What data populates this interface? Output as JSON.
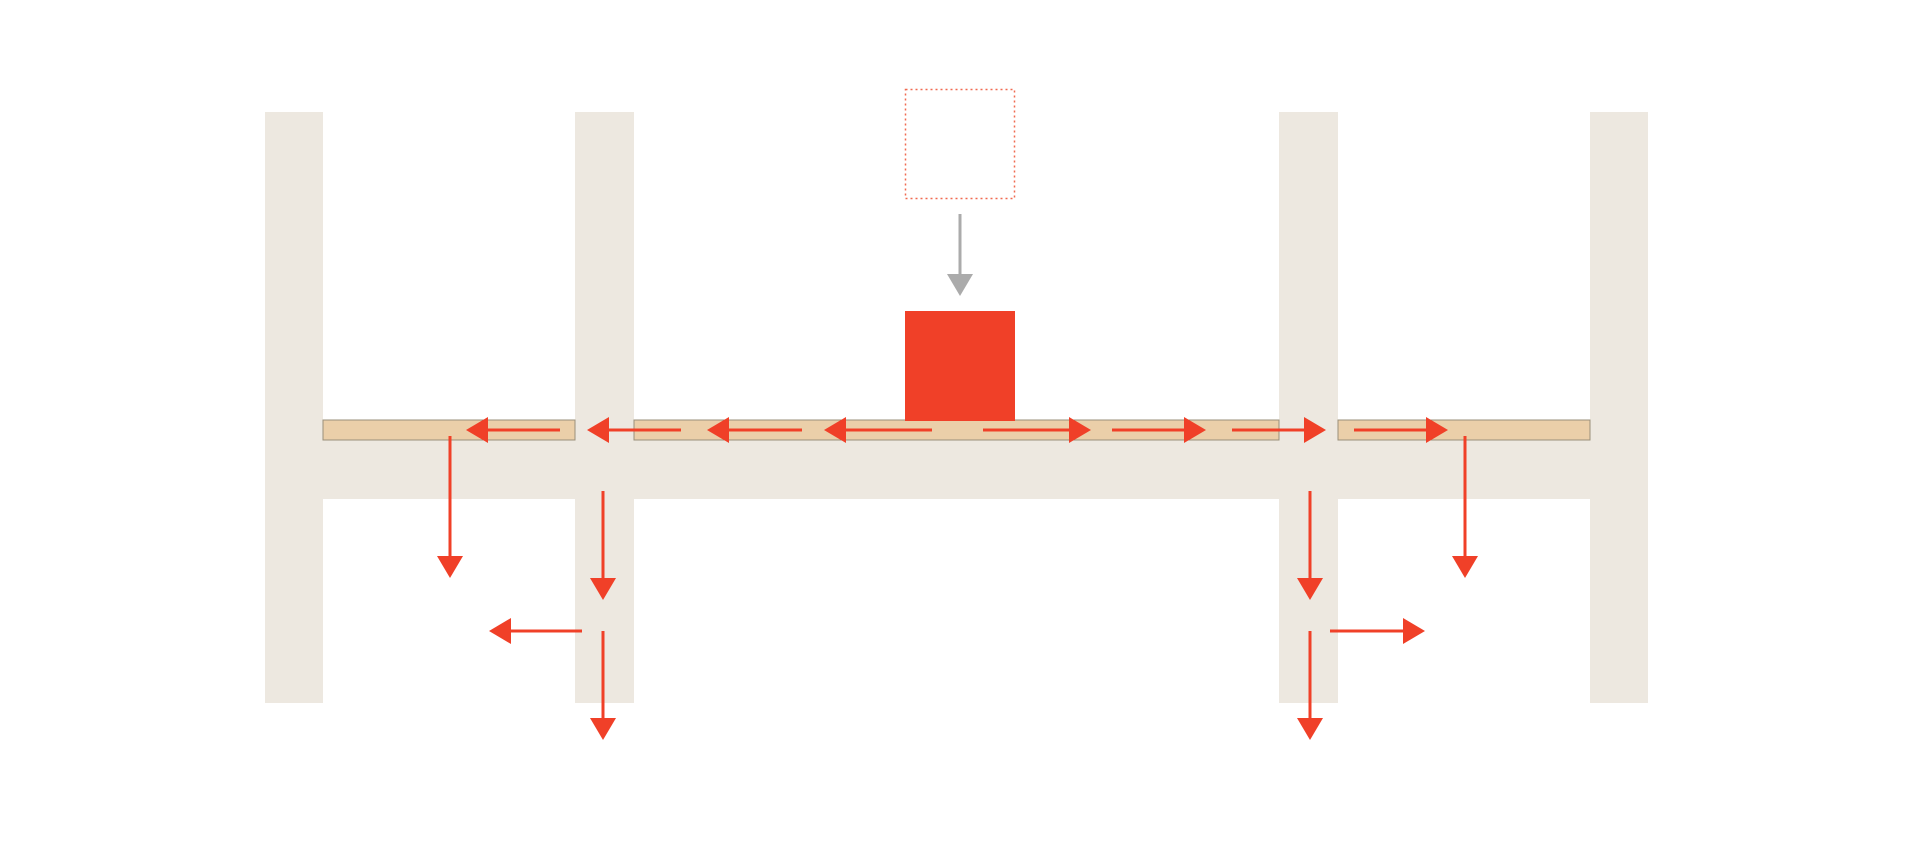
{
  "colors": {
    "background": "#ffffff",
    "structure": "#ede8e0",
    "plank": "#ebcfa9",
    "plank_edge": "#9a8f7a",
    "load": "#f04028",
    "arrow_red": "#f04028",
    "arrow_gray": "#ababab",
    "ghost_outline": "#f06a50"
  },
  "elements": {
    "columns": [
      "outer-left",
      "inner-left",
      "inner-right",
      "outer-right"
    ],
    "beam": "floor-beam",
    "plank": "load-plank",
    "load": "applied-load",
    "ghost": "load-original-position"
  },
  "icons": {
    "arrow_red": "red-arrow",
    "arrow_gray": "gray-arrow"
  }
}
